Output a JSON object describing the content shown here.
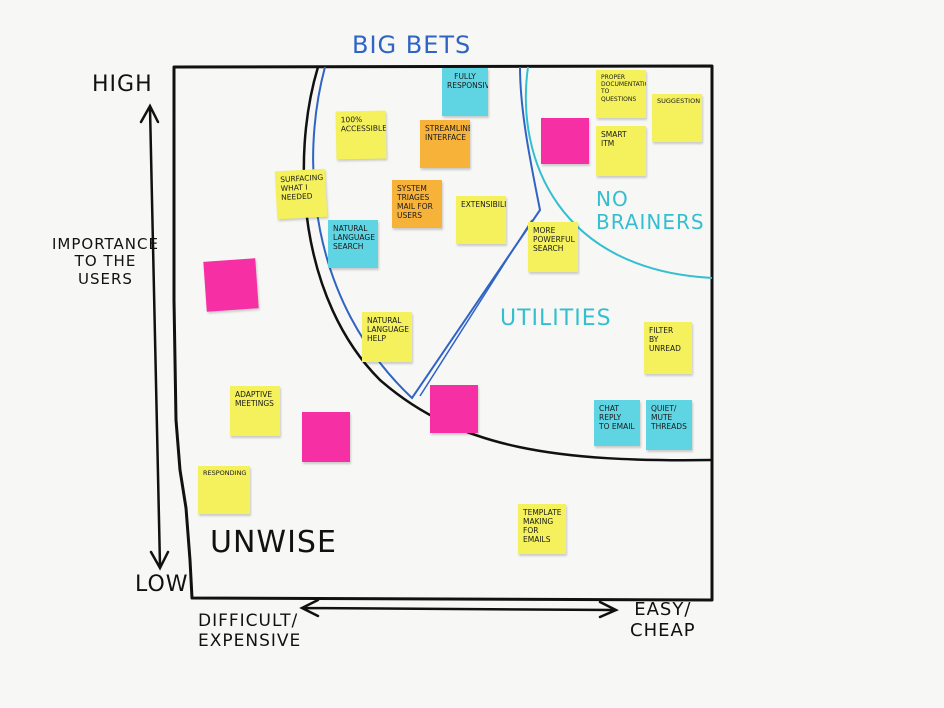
{
  "colors": {
    "line": "#111111",
    "blue_line": "#2f63c4",
    "cyan_line": "#33bfd0",
    "yellow": "#f4f15c",
    "orange": "#f7b23a",
    "pink": "#f72fa5",
    "cyan": "#5fd4e3"
  },
  "labels": {
    "big_bets": "BIG BETS",
    "high": "HIGH",
    "low": "LOW",
    "y_axis": "IMPORTANCE\nTO THE\nUSERS",
    "x_left": "DIFFICULT/\nEXPENSIVE",
    "x_right": "EASY/\nCHEAP",
    "no_brainers": "NO\nBRAINERS",
    "utilities": "UTILITIES",
    "unwise": "UNWISE"
  },
  "notes": [
    {
      "id": "fully-responsive",
      "text": "FULLY\nRESPONSIVE",
      "color": "cyan"
    },
    {
      "id": "accessible",
      "text": "100%\nACCESSIBLE",
      "color": "yellow"
    },
    {
      "id": "streamlined",
      "text": "STREAMLINED\nINTERFACE",
      "color": "orange"
    },
    {
      "id": "surfacing",
      "text": "SURFACING\nWHAT I\nNEEDED",
      "color": "yellow"
    },
    {
      "id": "system-triage",
      "text": "SYSTEM\nTRIAGES\nMAIL FOR\nUSERS",
      "color": "orange"
    },
    {
      "id": "extensibility",
      "text": "EXTENSIBILITY",
      "color": "yellow"
    },
    {
      "id": "natural-search",
      "text": "NATURAL\nLANGUAGE\nSEARCH",
      "color": "cyan"
    },
    {
      "id": "proper-doc",
      "text": "PROPER\nDOCUMENTATION\nTO QUESTIONS",
      "color": "yellow"
    },
    {
      "id": "suggestion",
      "text": "SUGGESTION",
      "color": "yellow"
    },
    {
      "id": "smart",
      "text": "SMART ITM",
      "color": "yellow"
    },
    {
      "id": "pink-top",
      "text": "",
      "color": "pink"
    },
    {
      "id": "more-powerful",
      "text": "MORE\nPOWERFUL\nSEARCH",
      "color": "yellow"
    },
    {
      "id": "pink-left",
      "text": "",
      "color": "pink"
    },
    {
      "id": "natural-help",
      "text": "NATURAL\nLANGUAGE\nHELP",
      "color": "yellow"
    },
    {
      "id": "filter-unread",
      "text": "FILTER\nBY\nUNREAD",
      "color": "yellow"
    },
    {
      "id": "pink-mid",
      "text": "",
      "color": "pink"
    },
    {
      "id": "adaptive",
      "text": "ADAPTIVE\nMEETINGS",
      "color": "yellow"
    },
    {
      "id": "pink-low",
      "text": "",
      "color": "pink"
    },
    {
      "id": "chat-reply",
      "text": "CHAT REPLY\nTO EMAIL",
      "color": "cyan"
    },
    {
      "id": "quiet-mute",
      "text": "QUIET/\nMUTE\nTHREADS",
      "color": "cyan"
    },
    {
      "id": "responding",
      "text": "RESPONDING",
      "color": "yellow"
    },
    {
      "id": "template",
      "text": "TEMPLATE\nMAKING\nFOR EMAILS",
      "color": "yellow"
    }
  ]
}
